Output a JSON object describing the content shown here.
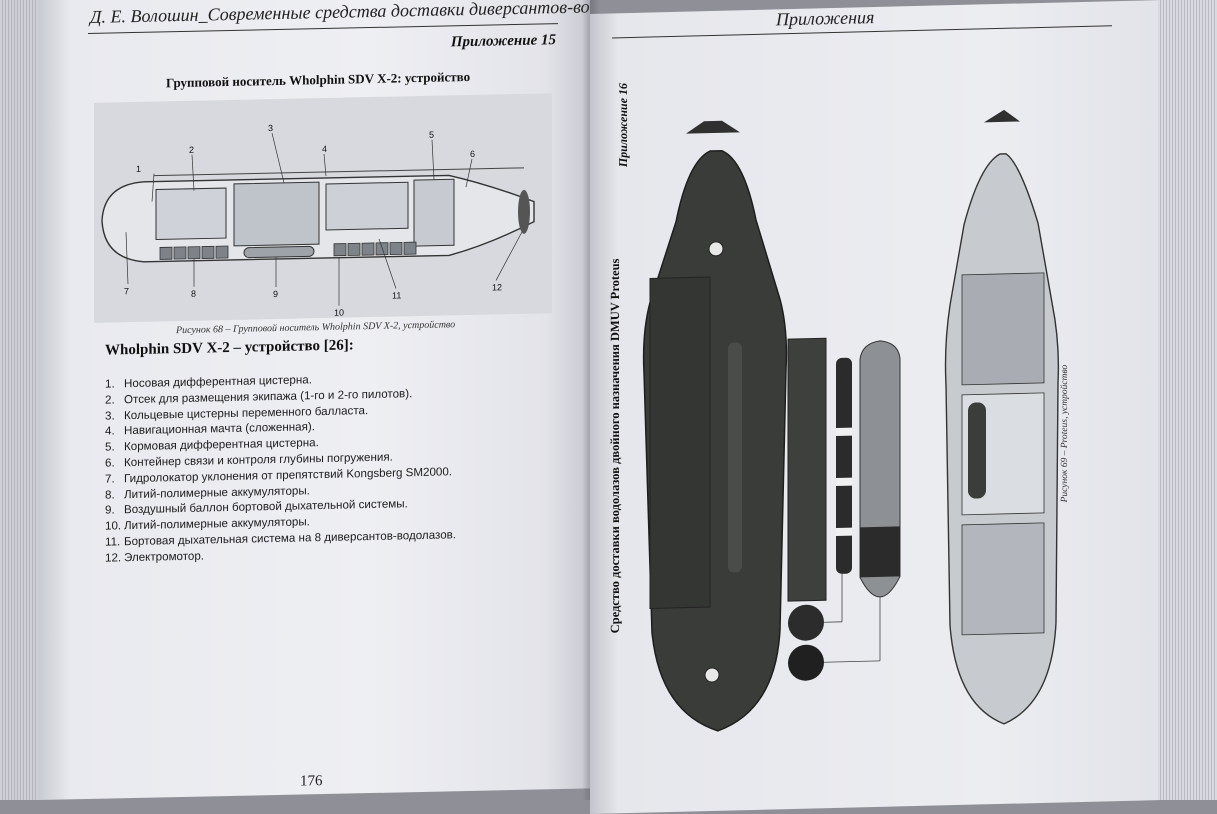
{
  "left_page": {
    "running_head": "Д. Е. Волошин_Современные средства доставки диверсантов-водолазов",
    "appendix_label": "Приложение 15",
    "figure_title": "Групповой носитель Wholphin SDV X-2: устройство",
    "callouts": [
      "1",
      "2",
      "3",
      "4",
      "5",
      "6",
      "7",
      "8",
      "9",
      "10",
      "11",
      "12"
    ],
    "figure_caption": "Рисунок 68 – Групповой носитель Wholphin SDV X-2, устройство",
    "list_heading": "Wholphin SDV X-2 – устройство [26]:",
    "items": [
      {
        "num": "1.",
        "text": "Носовая дифферентная цистерна."
      },
      {
        "num": "2.",
        "text": "Отсек для размещения экипажа (1-го и 2-го пилотов)."
      },
      {
        "num": "3.",
        "text": "Кольцевые цистерны переменного балласта."
      },
      {
        "num": "4.",
        "text": "Навигационная мачта (сложенная)."
      },
      {
        "num": "5.",
        "text": "Кормовая дифферентная цистерна."
      },
      {
        "num": "6.",
        "text": "Контейнер связи и контроля глубины погружения."
      },
      {
        "num": "7.",
        "text": "Гидролокатор уклонения от препятствий Kongsberg SM2000."
      },
      {
        "num": "8.",
        "text": "Литий-полимерные аккумуляторы."
      },
      {
        "num": "9.",
        "text": "Воздушный баллон бортовой дыхательной системы."
      },
      {
        "num": "10.",
        "text": "Литий-полимерные аккумуляторы."
      },
      {
        "num": "11.",
        "text": "Бортовая дыхательная система на 8 диверсантов-водолазов."
      },
      {
        "num": "12.",
        "text": "Электромотор."
      }
    ],
    "folio": "176"
  },
  "right_page": {
    "running_head": "Приложения",
    "appendix_label": "Приложение 16",
    "figure_title": "Средство доставки водолазов двойного назначения DMUV Proteus",
    "figure_caption": "Рисунок 69 – Proteus, устройство"
  },
  "colors": {
    "paper": "#eeeff3",
    "hull_dark": "#3a3c3a",
    "ink": "#1c1c1c"
  }
}
